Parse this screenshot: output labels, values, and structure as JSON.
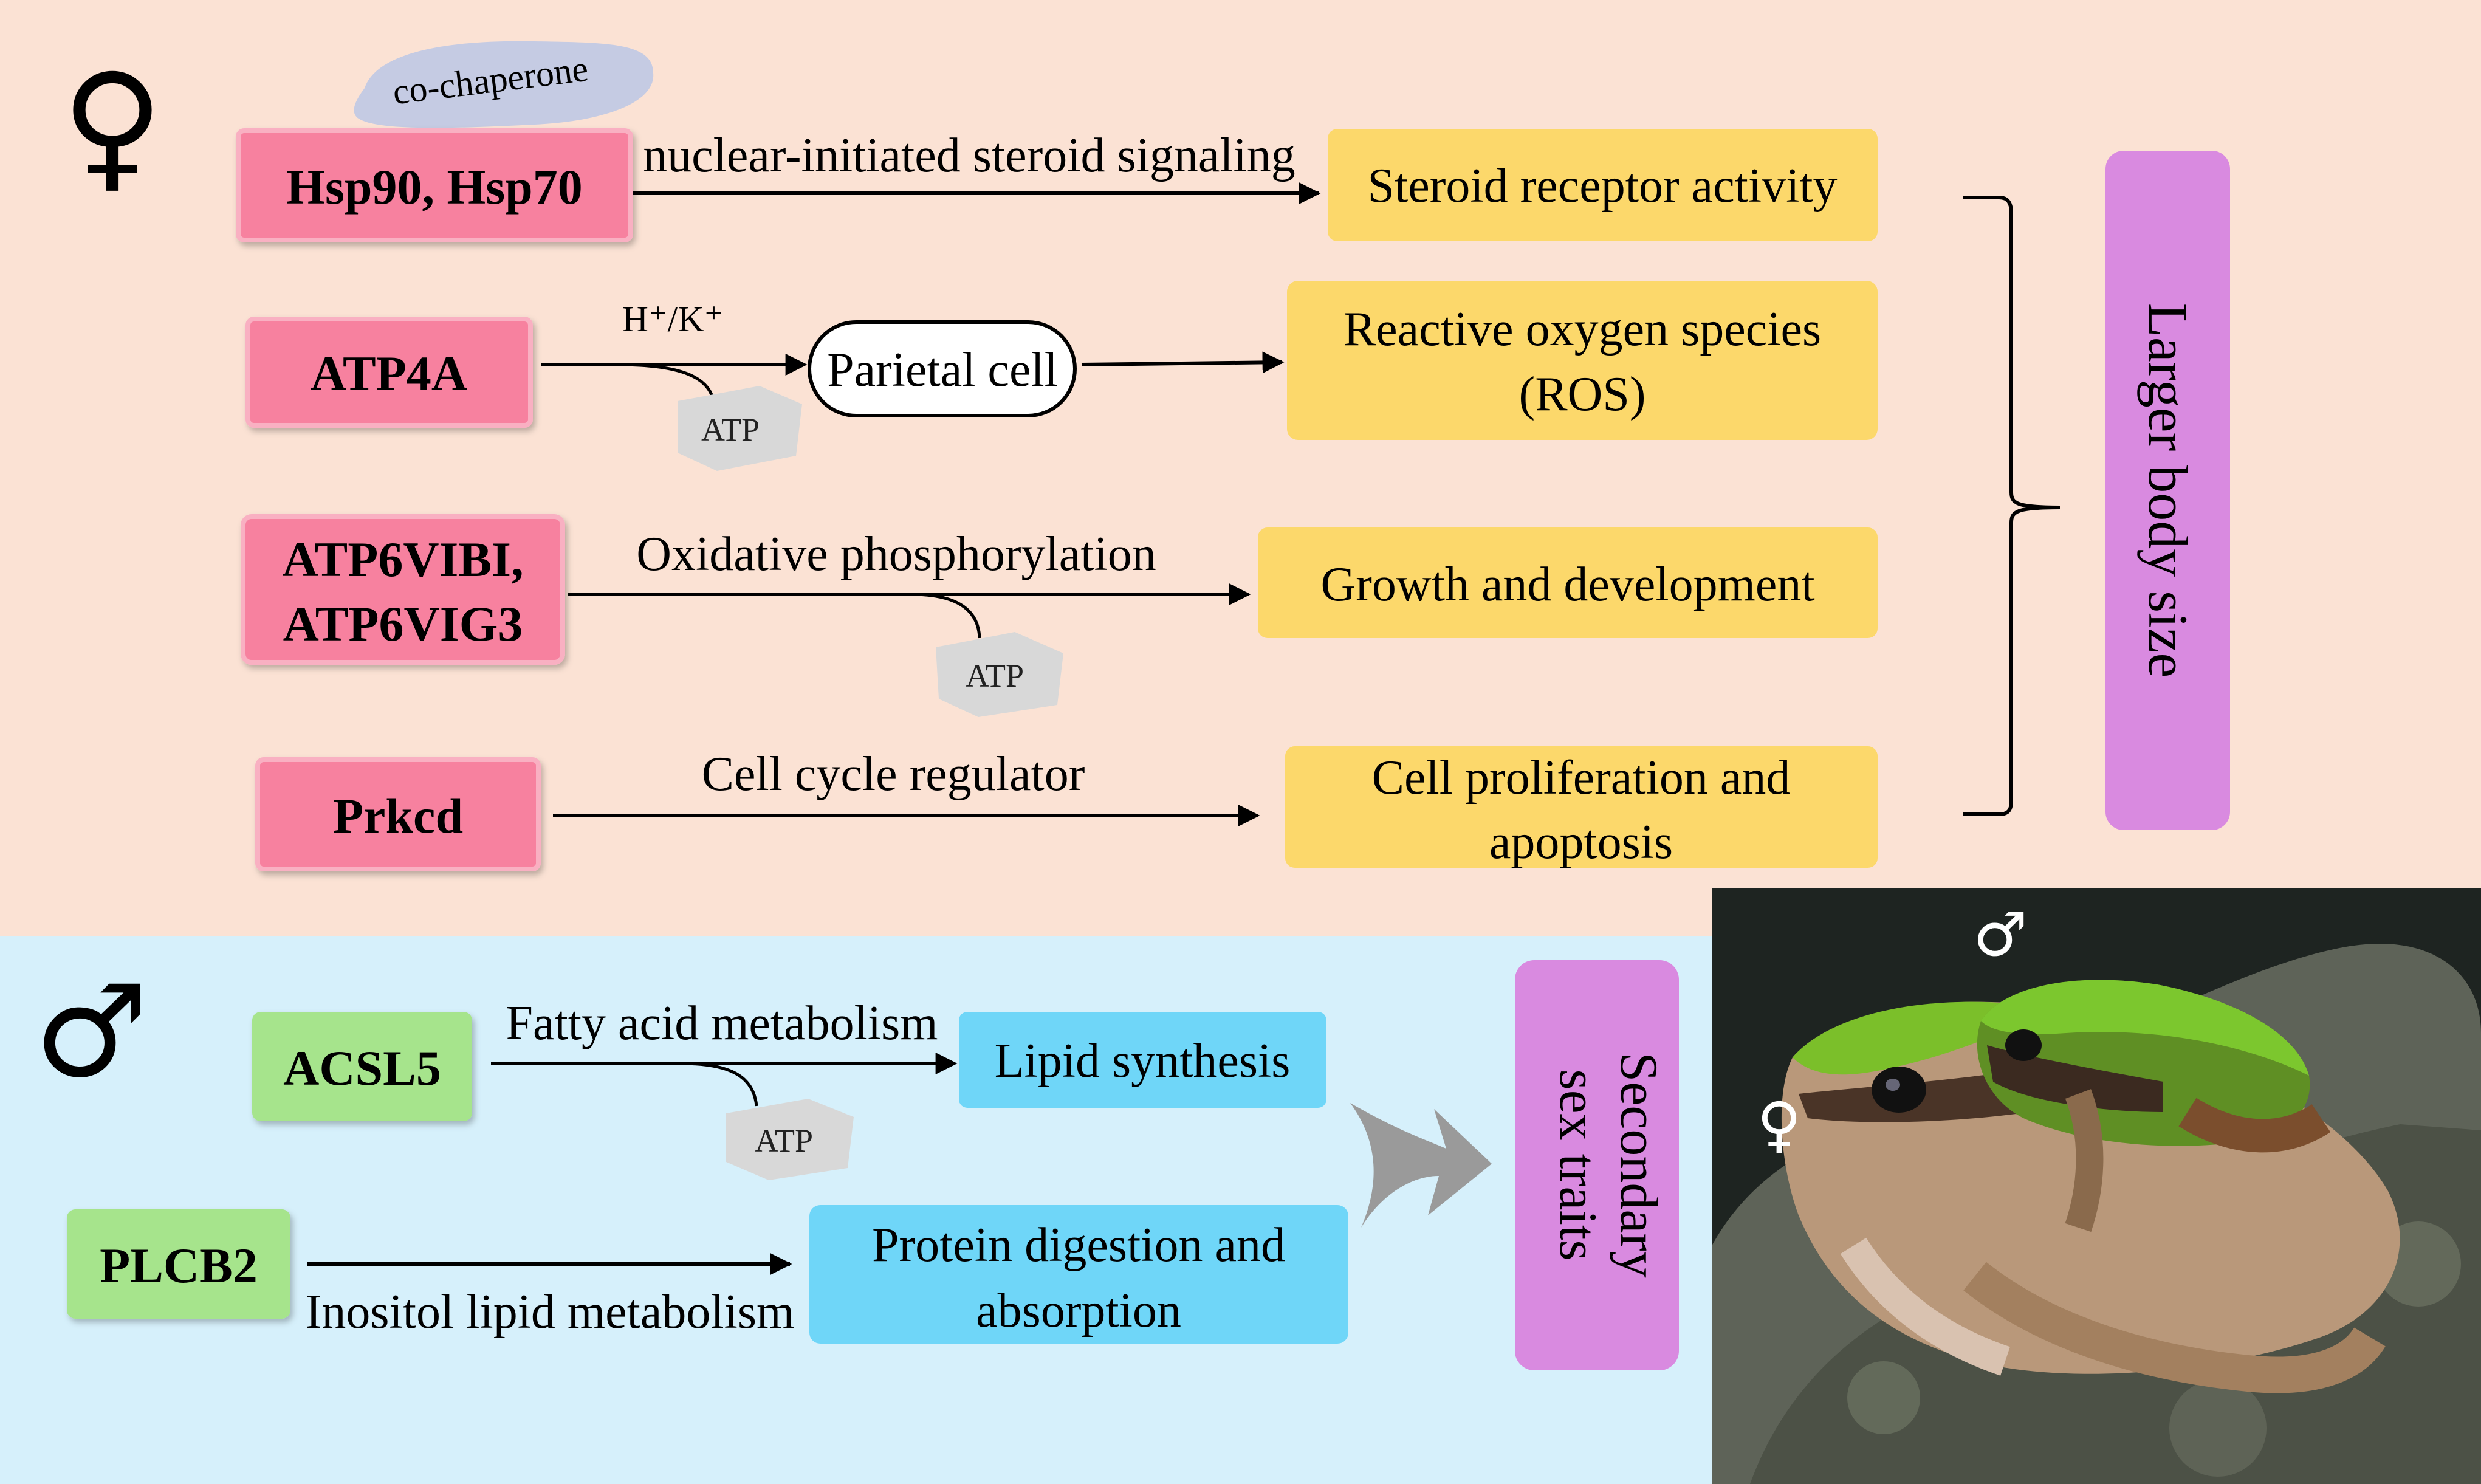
{
  "female": {
    "symbol": "♀",
    "cochaperone": "co-chaperone",
    "genes": {
      "hsp": "Hsp90, Hsp70",
      "atp4a": "ATP4A",
      "atp6v_line1": "ATP6VIBI,",
      "atp6v_line2": "ATP6VIG3",
      "prkcd": "Prkcd"
    },
    "edges": {
      "hsp": "nuclear-initiated steroid signaling",
      "ion": "H⁺/K⁺",
      "ox": "Oxidative phosphorylation",
      "cell": "Cell cycle regulator"
    },
    "parietal": "Parietal cell",
    "atp": "ATP",
    "outcomes": {
      "steroid": "Steroid receptor activity",
      "ros_line1": "Reactive oxygen species",
      "ros_line2": "(ROS)",
      "growth": "Growth and development",
      "prolif_line1": "Cell proliferation and",
      "prolif_line2": "apoptosis"
    },
    "result": "Larger body size"
  },
  "male": {
    "symbol": "♂",
    "genes": {
      "acsl5": "ACSL5",
      "plcb2": "PLCB2"
    },
    "edges": {
      "fatty": "Fatty acid metabolism",
      "inositol": "Inositol lipid metabolism"
    },
    "atp": "ATP",
    "outcomes": {
      "lipid": "Lipid synthesis",
      "protein_line1": "Protein digestion and",
      "protein_line2": "absorption"
    },
    "result_line1": "Secondary",
    "result_line2": "sex traits"
  },
  "photo": {
    "male_symbol": "♂",
    "female_symbol": "♀"
  },
  "colors": {
    "female_bg": "#fbe2d4",
    "male_bg": "#d6f0fb",
    "gene_pink": "#f7819f",
    "gene_green": "#a6e48c",
    "outcome_yellow": "#fcd86b",
    "outcome_blue": "#6fd6f8",
    "result_purple": "#d98ae0",
    "atp_gray": "#d8d8d8",
    "cochaperone_blue": "#c5cbe3"
  }
}
